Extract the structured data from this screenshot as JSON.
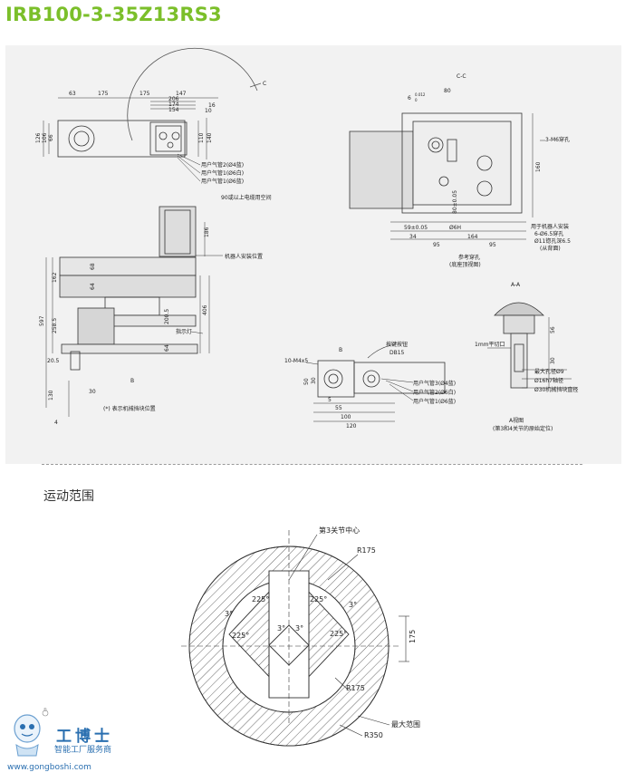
{
  "title": "IRB100-3-35Z13RS3",
  "section_title": "运动范围",
  "top_view": {
    "dims_top": [
      "63",
      "175",
      "175",
      "147",
      "206",
      "174",
      "154",
      "16",
      "10"
    ],
    "dims_left": [
      "126",
      "106",
      "66"
    ],
    "dims_right": [
      "110",
      "140"
    ],
    "view_c": "C",
    "air_pipes": [
      "用户气管2(Ø4蓝)",
      "用户气管1(Ø6白)",
      "用户气管1(Ø6蓝)"
    ],
    "cable_space": "90或以上电缆用空间"
  },
  "side_view": {
    "dims": [
      "186",
      "162",
      "68",
      "64",
      "597",
      "258.5",
      "200.5",
      "406",
      "20.5",
      "130",
      "30",
      "4",
      "64"
    ],
    "mount_label": "机器人安装位置",
    "lamp_label": "指示灯",
    "view_b": "B",
    "stopper_note": "(*) 表示机械挡块位置"
  },
  "base_view": {
    "view": "C-C",
    "dims": [
      "80",
      "6",
      "0.012",
      "0",
      "59±0.05",
      "80±0.05",
      "34",
      "164",
      "95",
      "95",
      "160"
    ],
    "holes": "3-M6穿孔",
    "hole_6h": "Ø6H",
    "install_note": [
      "用于机器人安装",
      "6-Ø6.5穿孔",
      "Ø11锪孔深6.5",
      "(从背面)"
    ],
    "ref_hole": [
      "参考穿孔",
      "(底座顶视图)"
    ]
  },
  "flange_view": {
    "view": "A-A",
    "flat": "1mm平切口",
    "dims": [
      "56",
      "30"
    ],
    "notes": [
      "最大孔径Ø9",
      "Ø16h7轴径",
      "Ø30机械挡块直径"
    ],
    "caption": [
      "A视图",
      "(第3和4关节的原始定位)"
    ]
  },
  "b_view": {
    "label": "B",
    "screw": "10-M4x5",
    "conn": "按键按钮",
    "db15": "DB15",
    "pipes": [
      "用户气管3(Ø4蓝)",
      "用户气管2(Ø6白)",
      "用户气管1(Ø6蓝)"
    ],
    "dims": [
      "50",
      "30",
      "5",
      "55",
      "100",
      "120"
    ]
  },
  "workspace": {
    "center_label": "第3关节中心",
    "r_inner": "R175",
    "r_inner2": "R175",
    "r_outer": "R350",
    "max_range": "最大范围",
    "angles": [
      "225°",
      "225°",
      "3°",
      "3°",
      "3°",
      "3°",
      "225°",
      "225°"
    ],
    "dim_175": "175"
  },
  "logo": {
    "name": "工博士",
    "sub": "智能工厂服务商",
    "url": "www.gongboshi.com",
    "reg": "®"
  }
}
